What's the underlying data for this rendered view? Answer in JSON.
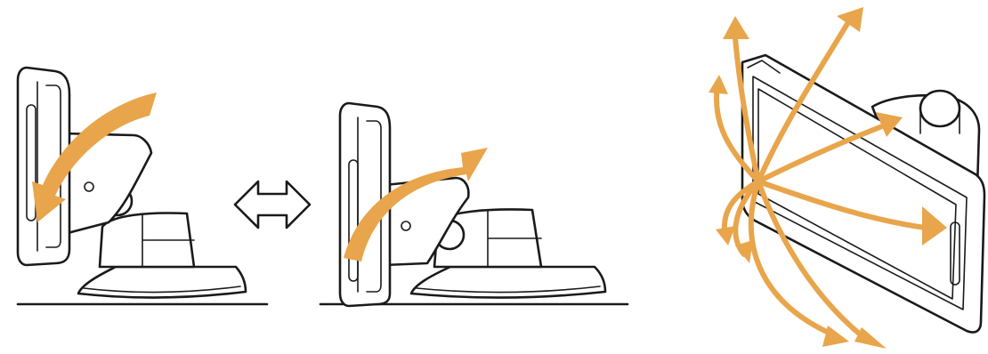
{
  "figure": {
    "panels": [
      {
        "id": "tilt-back",
        "icon": "mount-tilt-down-icon"
      },
      {
        "id": "swap",
        "icon": "double-arrow-icon"
      },
      {
        "id": "tilt-forward",
        "icon": "mount-tilt-up-icon"
      },
      {
        "id": "swivel",
        "icon": "ball-joint-rotate-icon"
      }
    ],
    "colors": {
      "arrow": "#E8A54B",
      "line": "#1A1A1A",
      "background": "#FFFFFF"
    }
  }
}
